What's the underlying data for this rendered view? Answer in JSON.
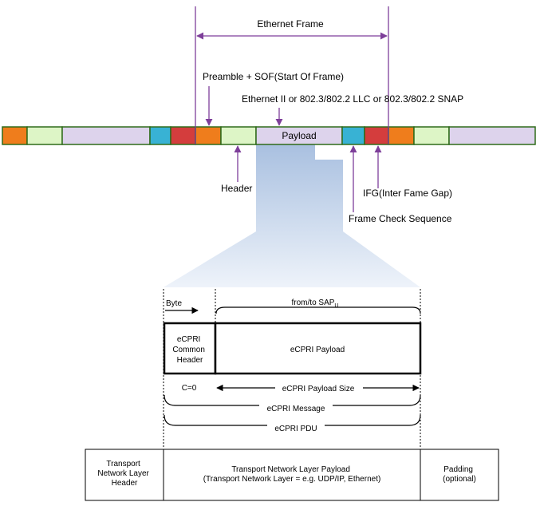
{
  "ethernet": {
    "frame_label": "Ethernet Frame",
    "preamble_label": "Preamble + SOF(Start Of Frame)",
    "type_label": "Ethernet II or 802.3/802.2 LLC or 802.3/802.2 SNAP",
    "payload_label": "Payload",
    "header_label": "Header",
    "ifg_label": "IFG(Inter Fame Gap)",
    "fcs_label": "Frame Check Sequence",
    "colors": {
      "orange": "#ef7d1c",
      "green": "#ddf5c6",
      "lavender": "#ddd3ec",
      "cyan": "#38b2d4",
      "red": "#d43d3d",
      "border": "#2f6b1a",
      "marker": "#7e3f9a"
    }
  },
  "ecpri": {
    "byte_label": "Byte",
    "sap_label": "from/to SAP",
    "sap_subscript": "U",
    "header_line1": "eCPRI",
    "header_line2": "Common",
    "header_line3": "Header",
    "payload_label": "eCPRI Payload",
    "c0_label": "C=0",
    "payload_size_label": "eCPRI Payload Size",
    "message_label": "eCPRI Message",
    "pdu_label": "eCPRI PDU"
  },
  "transport": {
    "header_line1": "Transport",
    "header_line2": "Network Layer",
    "header_line3": "Header",
    "payload_line1": "Transport Network Layer Payload",
    "payload_line2": "(Transport Network Layer = e.g. UDP/IP, Ethernet)",
    "padding_line1": "Padding",
    "padding_line2": "(optional)"
  }
}
